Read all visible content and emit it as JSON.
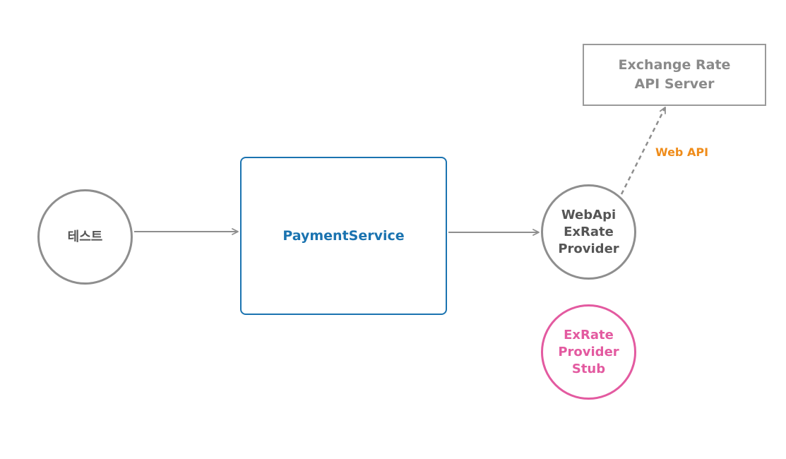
{
  "nodes": {
    "test": {
      "label": "테스트"
    },
    "payment_service": {
      "label": "PaymentService"
    },
    "webapi_provider": {
      "label": "WebApi\nExRate\nProvider"
    },
    "stub_provider": {
      "label": "ExRate\nProvider\nStub"
    },
    "exchange_server": {
      "label": "Exchange Rate\nAPI Server"
    }
  },
  "edges": {
    "web_api": {
      "label": "Web API"
    }
  },
  "colors": {
    "node_border": "#8e8e8e",
    "node_text": "#555555",
    "accent_blue": "#1a73b0",
    "stub_pink": "#e35aa0",
    "edge_label_orange": "#ef8c1a",
    "server_gray": "#8a8a8a",
    "arrow_gray": "#8e8e8e"
  }
}
